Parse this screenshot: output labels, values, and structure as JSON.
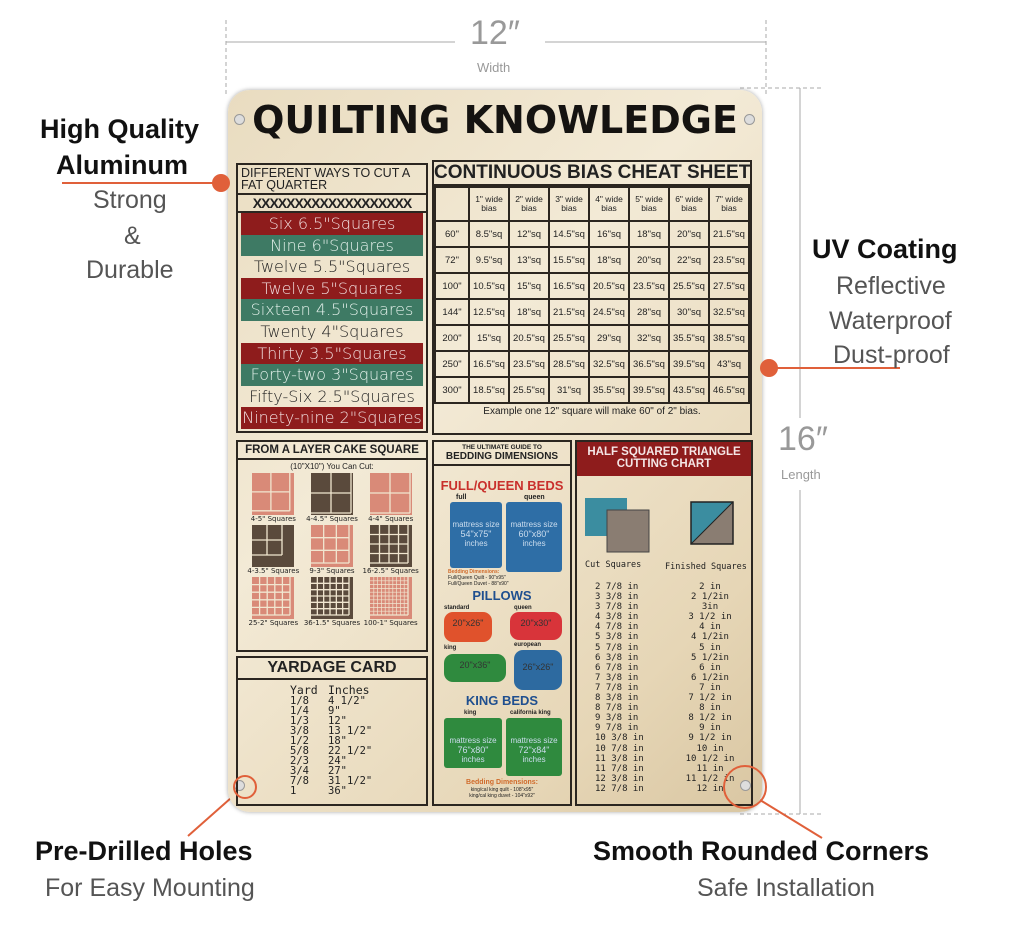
{
  "annotations": {
    "width": {
      "value": "12″",
      "label": "Width"
    },
    "length": {
      "value": "16″",
      "label": "Length"
    },
    "material": {
      "title1": "High Quality",
      "title2": "Aluminum",
      "lines": [
        "Strong",
        "&",
        "Durable"
      ]
    },
    "coating": {
      "title": "UV Coating",
      "lines": [
        "Reflective",
        "Waterproof",
        "Dust-proof"
      ]
    },
    "holes": {
      "title": "Pre-Drilled Holes",
      "sub": "For Easy Mounting"
    },
    "corners": {
      "title": "Smooth Rounded Corners",
      "sub": "Safe Installation"
    },
    "accent": "#e0603a"
  },
  "sign": {
    "title": "QUILTING KNOWLEDGE",
    "fat_quarter": {
      "heading": "Different ways to cut a fat quarter",
      "divider": "XXXXXXXXXXXXXXXXXXX",
      "rows": [
        {
          "t": "Six 6.5\"Squares",
          "c": "r"
        },
        {
          "t": "Nine 6\"Squares",
          "c": "g"
        },
        {
          "t": "Twelve 5.5\"Squares",
          "c": "p"
        },
        {
          "t": "Twelve 5\"Squares",
          "c": "r"
        },
        {
          "t": "Sixteen 4.5\"Squares",
          "c": "g"
        },
        {
          "t": "Twenty 4\"Squares",
          "c": "p"
        },
        {
          "t": "Thirty 3.5\"Squares",
          "c": "r"
        },
        {
          "t": "Forty-two 3\"Squares",
          "c": "g"
        },
        {
          "t": "Fifty-Six 2.5\"Squares",
          "c": "p"
        },
        {
          "t": "Ninety-nine 2\"Squares",
          "c": "r"
        }
      ]
    },
    "bias": {
      "heading": "CONTINUOUS BIAS CHEAT SHEET",
      "columns": [
        "1\" wide bias",
        "2\" wide bias",
        "3\" wide bias",
        "4\" wide bias",
        "5\" wide bias",
        "6\" wide bias",
        "7\" wide bias"
      ],
      "rows": [
        {
          "len": "60\"",
          "vals": [
            "8.5\"sq",
            "12\"sq",
            "14.5\"sq",
            "16\"sq",
            "18\"sq",
            "20\"sq",
            "21.5\"sq"
          ]
        },
        {
          "len": "72\"",
          "vals": [
            "9.5\"sq",
            "13\"sq",
            "15.5\"sq",
            "18\"sq",
            "20\"sq",
            "22\"sq",
            "23.5\"sq"
          ]
        },
        {
          "len": "100\"",
          "vals": [
            "10.5\"sq",
            "15\"sq",
            "16.5\"sq",
            "20.5\"sq",
            "23.5\"sq",
            "25.5\"sq",
            "27.5\"sq"
          ]
        },
        {
          "len": "144\"",
          "vals": [
            "12.5\"sq",
            "18\"sq",
            "21.5\"sq",
            "24.5\"sq",
            "28\"sq",
            "30\"sq",
            "32.5\"sq"
          ]
        },
        {
          "len": "200\"",
          "vals": [
            "15\"sq",
            "20.5\"sq",
            "25.5\"sq",
            "29\"sq",
            "32\"sq",
            "35.5\"sq",
            "38.5\"sq"
          ]
        },
        {
          "len": "250\"",
          "vals": [
            "16.5\"sq",
            "23.5\"sq",
            "28.5\"sq",
            "32.5\"sq",
            "36.5\"sq",
            "39.5\"sq",
            "43\"sq"
          ]
        },
        {
          "len": "300\"",
          "vals": [
            "18.5\"sq",
            "25.5\"sq",
            "31\"sq",
            "35.5\"sq",
            "39.5\"sq",
            "43.5\"sq",
            "46.5\"sq"
          ]
        }
      ],
      "footer": "Example one 12\" square will make 60\" of 2\" bias."
    },
    "layer_cake": {
      "heading": "FROM A LAYER CAKE SQUARE",
      "sub": "(10\"X10\") You Can Cut:",
      "items": [
        {
          "label": "4-5\" Squares",
          "n": 2,
          "color": "#d98a78"
        },
        {
          "label": "4-4.5\" Squares",
          "n": 2,
          "color": "#5a4a3c"
        },
        {
          "label": "4-4\" Squares",
          "n": 2,
          "color": "#d98a78"
        },
        {
          "label": "4-3.5\" Squares",
          "n": 2,
          "color": "#5a4a3c"
        },
        {
          "label": "9-3\" Squares",
          "n": 3,
          "color": "#d98a78"
        },
        {
          "label": "16-2.5\" Squares",
          "n": 4,
          "color": "#5a4a3c"
        },
        {
          "label": "25-2\" Squares",
          "n": 5,
          "color": "#d98a78"
        },
        {
          "label": "36-1.5\" Squares",
          "n": 6,
          "color": "#5a4a3c"
        },
        {
          "label": "100-1\" Squares",
          "n": 10,
          "color": "#d98a78"
        }
      ]
    },
    "yardage": {
      "heading": "YARDAGE CARD",
      "col1": "Yard",
      "col2": "Inches",
      "rows": [
        [
          "1/8",
          "4 1/2\""
        ],
        [
          "1/4",
          "9\""
        ],
        [
          "1/3",
          "12\""
        ],
        [
          "3/8",
          "13 1/2\""
        ],
        [
          "1/2",
          "18\""
        ],
        [
          "5/8",
          "22 1/2\""
        ],
        [
          "2/3",
          "24\""
        ],
        [
          "3/4",
          "27\""
        ],
        [
          "7/8",
          "31 1/2\""
        ],
        [
          "1",
          "36\""
        ]
      ]
    },
    "bedding": {
      "heading1": "THE ULTIMATE GUIDE TO",
      "heading2": "BEDDING DIMENSIONS",
      "full_queen": "FULL/QUEEN BEDS",
      "full": "full",
      "queen": "queen",
      "mattress": "mattress size",
      "inches": "inches",
      "full_size": "54\"x75\"",
      "queen_size": "60\"x80\"",
      "dims_title": "Bedding Dimensions:",
      "fq_dims": [
        "Full/Queen Quilt - 90\"x95\"",
        "Full/Queen Duvet - 88\"x90\""
      ],
      "pillows": "PILLOWS",
      "p_standard": "standard",
      "p_standard_size": "20\"x26\"",
      "p_queen": "queen",
      "p_queen_size": "20\"x30\"",
      "p_king": "king",
      "p_king_size": "20\"x36\"",
      "p_euro": "european",
      "p_euro_size": "26\"x26\"",
      "king_beds": "KING BEDS",
      "king": "king",
      "cal_king": "california king",
      "king_size": "76\"x80\"",
      "cal_size": "72\"x84\"",
      "k_dims": [
        "king/cal king quilt - 108\"x95\"",
        "king/cal king duvet - 104\"x92\""
      ]
    },
    "hst": {
      "heading": "HALF SQUARED TRIANGLE CUTTING CHART",
      "col1": "Cut Squares",
      "col2": "Finished Squares",
      "cut": [
        "2 7/8 in",
        "3 3/8 in",
        "3 7/8 in",
        "4 3/8 in",
        "4 7/8 in",
        "5 3/8 in",
        "5 7/8 in",
        "6 3/8 in",
        "6 7/8 in",
        "7 3/8 in",
        "7 7/8 in",
        "8 3/8 in",
        "8 7/8 in",
        "9 3/8 in",
        "9 7/8 in",
        "10 3/8 in",
        "10 7/8 in",
        "11 3/8 in",
        "11 7/8 in",
        "12 3/8 in",
        "12 7/8 in"
      ],
      "finished": [
        "2 in",
        "2 1/2in",
        "3in",
        "3 1/2 in",
        "4 in",
        "4 1/2in",
        "5 in",
        "5 1/2in",
        "6 in",
        "6 1/2in",
        "7 in",
        "7 1/2 in",
        "8 in",
        "8 1/2 in",
        "9 in",
        "9 1/2 in",
        "10 in",
        "10 1/2 in",
        "11 in",
        "11 1/2 in",
        "12 in"
      ]
    }
  }
}
